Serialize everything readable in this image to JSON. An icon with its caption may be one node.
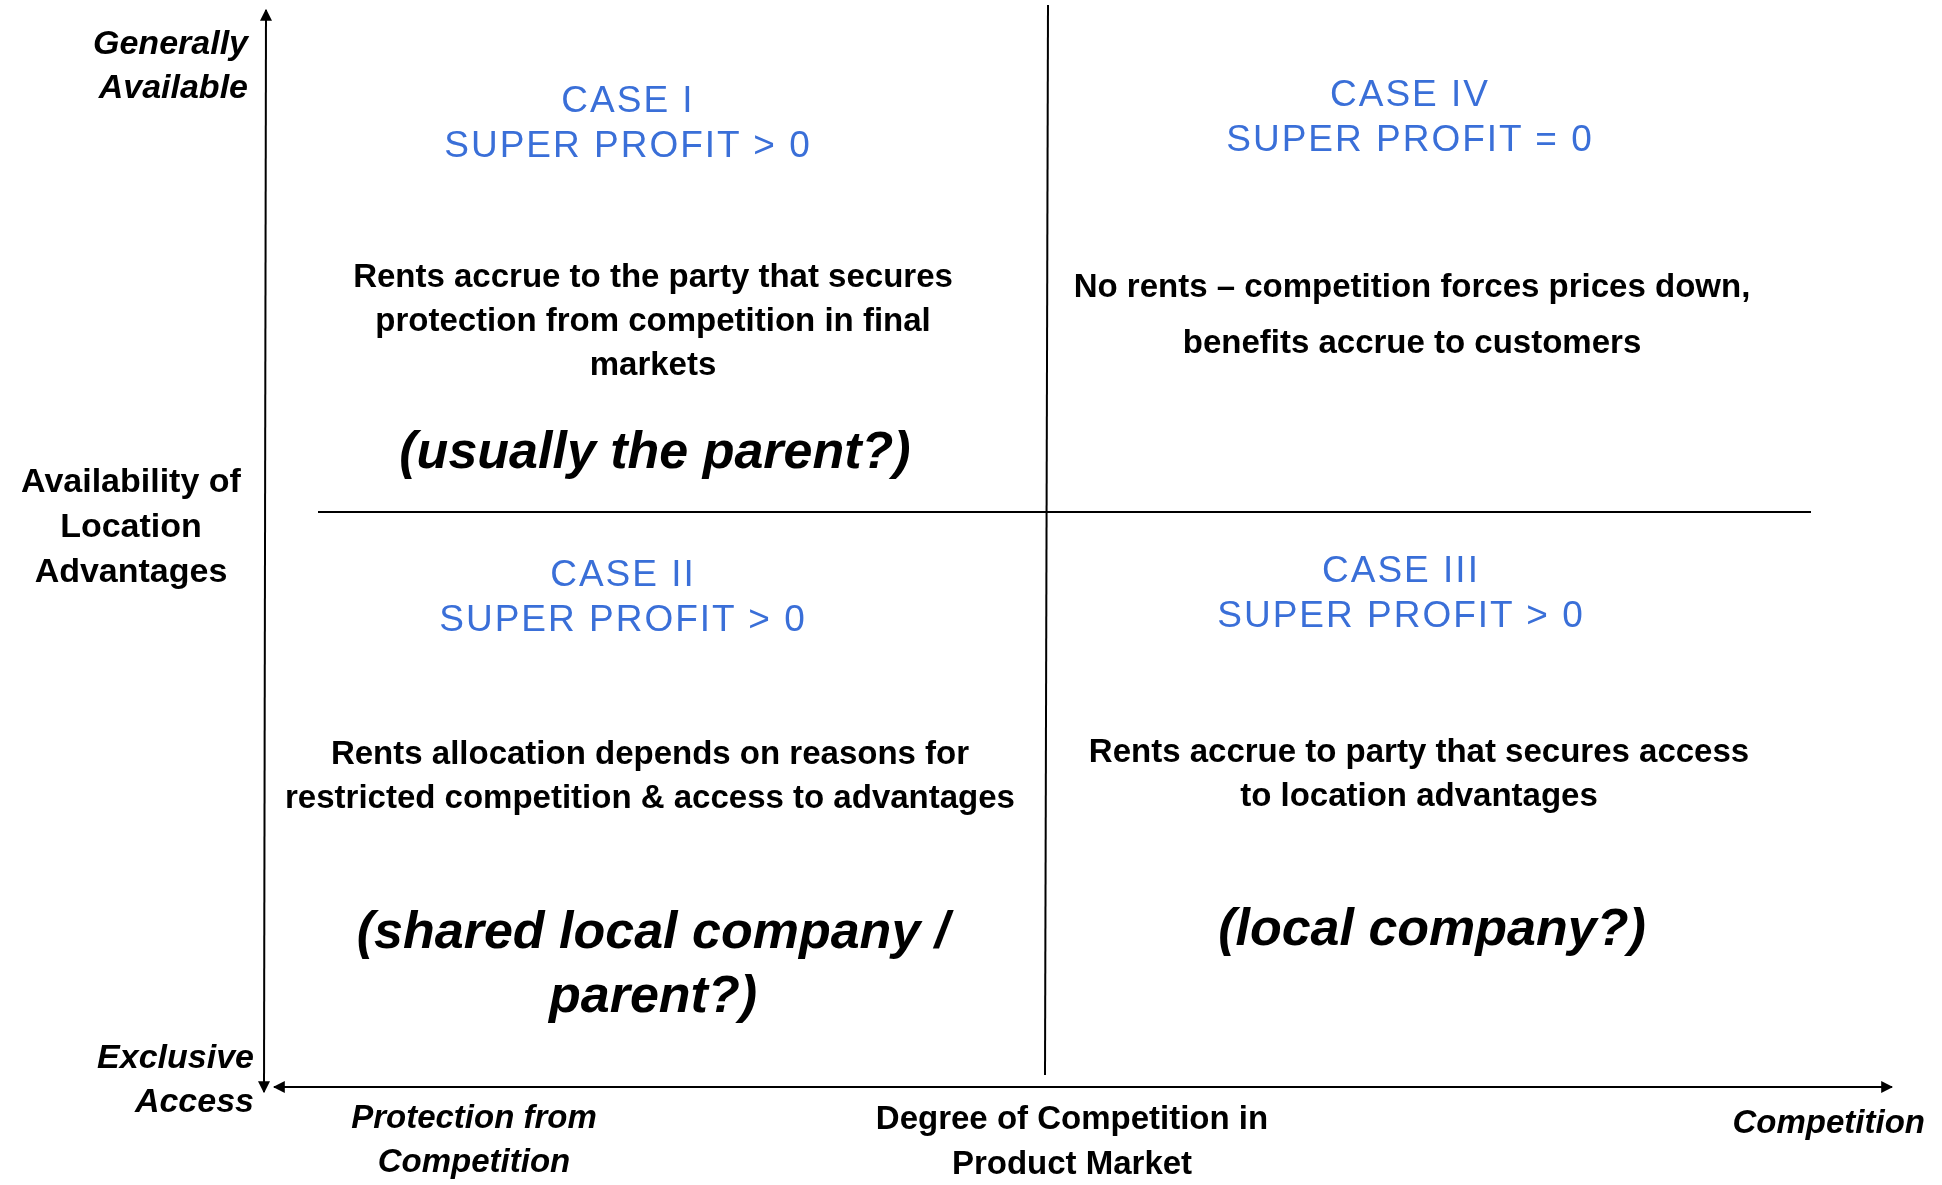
{
  "diagram": {
    "nodes": [
      {
        "text": [
          "CASE I",
          "SUPER PROFIT > 0",
          "Rents accrue to the party that secures protection from competition in final markets",
          "(usually the parent?)"
        ]
      },
      {
        "text": [
          "CASE IV",
          "SUPER PROFIT = 0",
          "No rents – competition forces prices down, benefits accrue to customers"
        ]
      },
      {
        "text": [
          "CASE II",
          "SUPER PROFIT > 0",
          "Rents allocation depends on reasons for restricted competition & access to advantages",
          "(shared local company / parent?)"
        ]
      },
      {
        "text": [
          "CASE III",
          "SUPER PROFIT > 0",
          "Rents accrue to party that secures access to location advantages",
          "(local company?)"
        ]
      }
    ],
    "edges": [],
    "labels": [
      "Generally Available",
      "Availability of Location Advantages",
      "Exclusive Access",
      "Protection from Competition",
      "Degree of Competition in Product Market",
      "Competition"
    ]
  }
}
